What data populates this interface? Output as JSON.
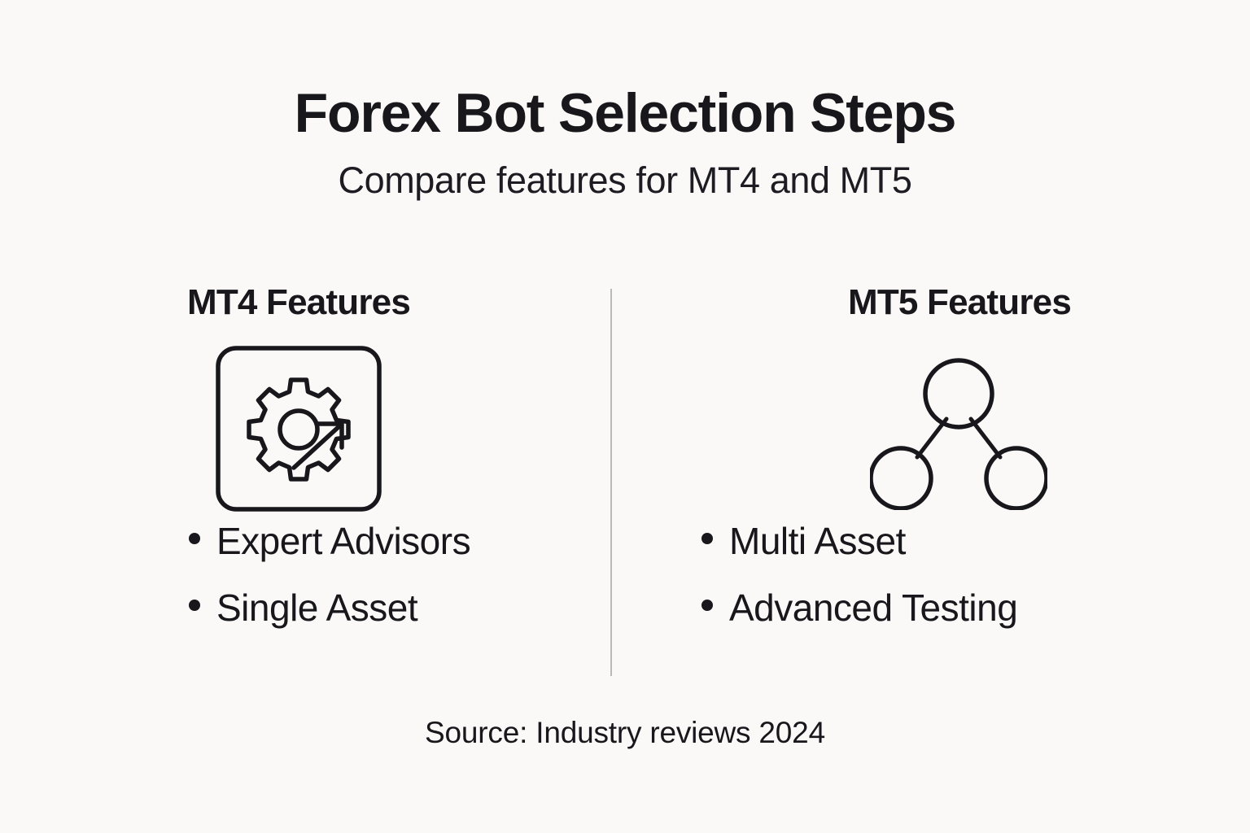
{
  "header": {
    "title": "Forex Bot Selection Steps",
    "subtitle": "Compare features for MT4 and MT5"
  },
  "columns": [
    {
      "heading": "MT4 Features",
      "icon": "gear-arrow-in-rounded-square-icon",
      "bullets": [
        "Expert Advisors",
        "Single Asset"
      ]
    },
    {
      "heading": "MT5 Features",
      "icon": "node-tree-hierarchy-icon",
      "bullets": [
        "Multi Asset",
        "Advanced Testing"
      ]
    }
  ],
  "footer": {
    "source": "Source: Industry reviews 2024"
  },
  "colors": {
    "background": "#faf9f7",
    "ink": "#17171c",
    "divider": "#b9b9b9"
  }
}
